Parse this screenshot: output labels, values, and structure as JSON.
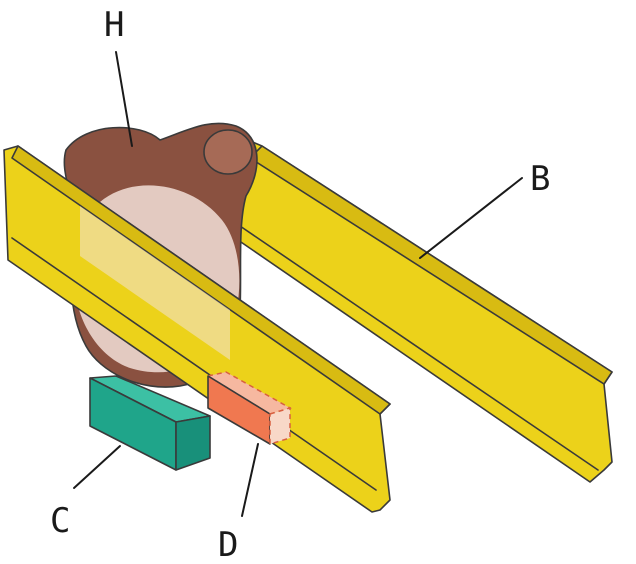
{
  "labels": {
    "H": "H",
    "B": "B",
    "C": "C",
    "D": "D"
  },
  "colors": {
    "rail": "#ecd21a",
    "rail_shade": "#d8bb12",
    "body": "#8a5140",
    "body_dark": "#6f3d30",
    "window": "#ecd7cf",
    "block_c": "#1fa58a",
    "block_c_top": "#3cc0a4",
    "block_d": "#f07850",
    "outline": "#3a3a3a"
  }
}
